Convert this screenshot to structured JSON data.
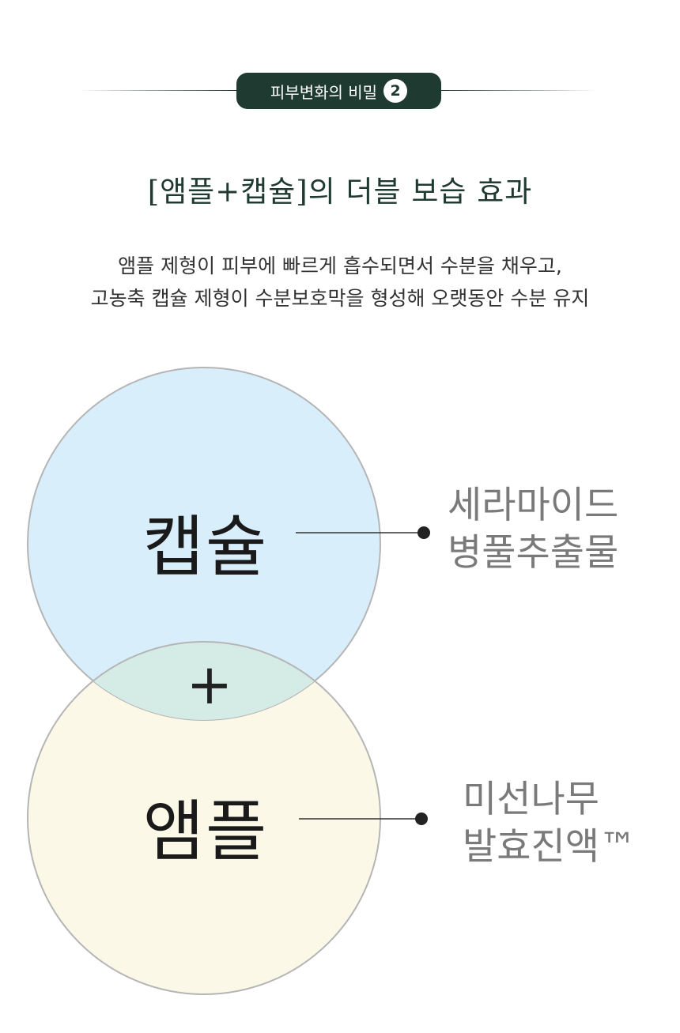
{
  "badge": {
    "label": "피부변화의 비밀",
    "number": "2"
  },
  "headline": "[앰플+캡슐]의 더블 보습 효과",
  "description": {
    "line1": "앰플 제형이 피부에 빠르게 흡수되면서 수분을 채우고,",
    "line2": "고농축 캡슐 제형이 수분보호막을 형성해 오랫동안 수분 유지"
  },
  "diagram": {
    "top_circle": {
      "label": "캡슐",
      "color": "#d8eefa",
      "ingredient_line1": "세라마이드",
      "ingredient_line2": "병풀추출물"
    },
    "bottom_circle": {
      "label": "앰플",
      "color": "#fbf8e8",
      "ingredient_line1": "미선나무",
      "ingredient_line2": "발효진액™"
    },
    "overlap_color": "#d5ebe6",
    "plus": "+"
  },
  "colors": {
    "brand_green": "#1f3a31",
    "ingredient_gray": "#7a7a7a"
  }
}
